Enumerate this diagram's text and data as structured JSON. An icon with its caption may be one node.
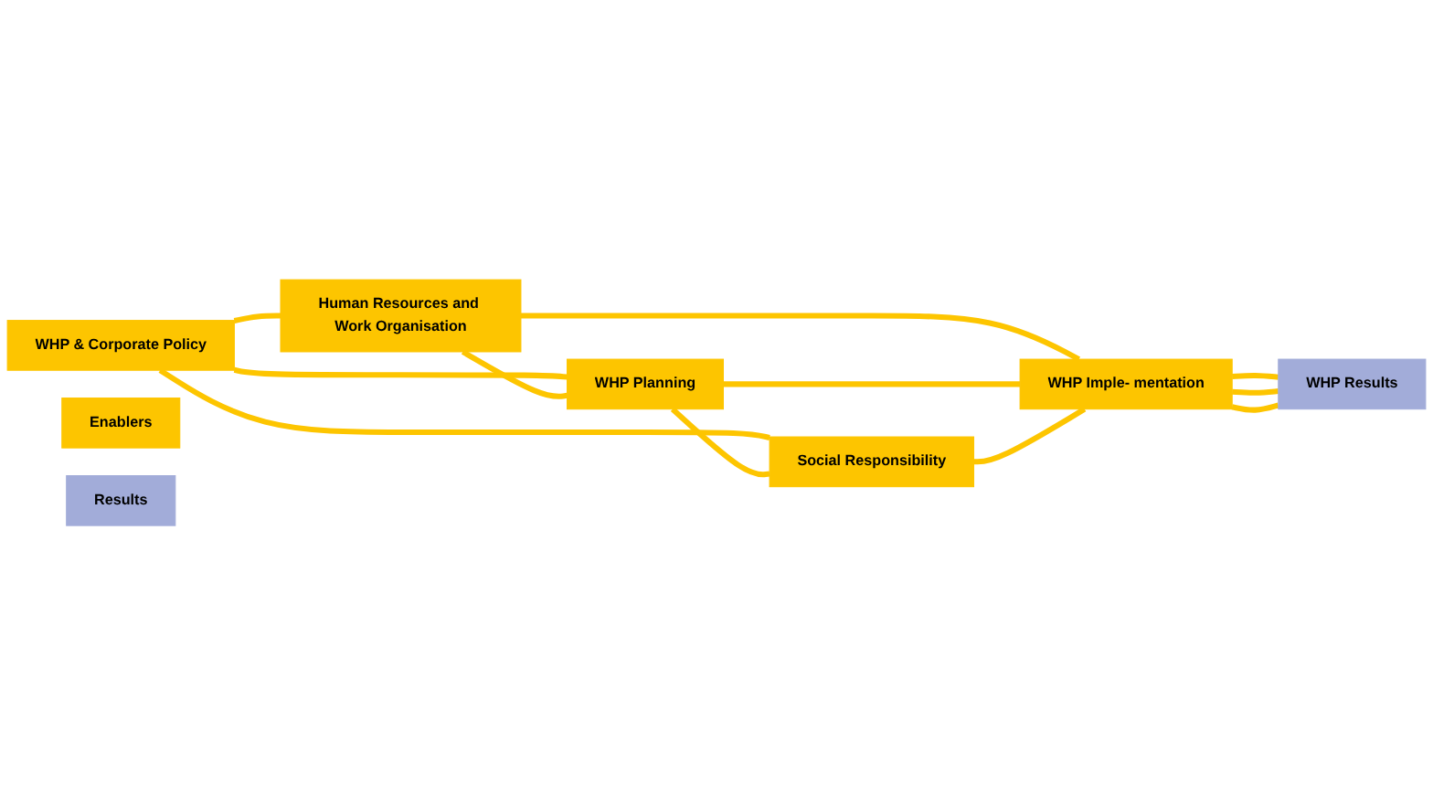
{
  "diagram": {
    "nodes": [
      {
        "text": [
          "WHP & Corporate Policy"
        ]
      },
      {
        "text": [
          "Human Resources and Work Organisation"
        ]
      },
      {
        "text": [
          "WHP Planning"
        ]
      },
      {
        "text": [
          "Social Responsibility"
        ]
      },
      {
        "text": [
          "WHP Imple- mentation"
        ]
      },
      {
        "text": [
          "WHP Results"
        ]
      },
      {
        "text": [
          "Enablers"
        ]
      },
      {
        "text": [
          "Results"
        ]
      }
    ],
    "edges": [
      {
        "from": 0,
        "to": 1,
        "arrow": "none"
      },
      {
        "from": 0,
        "to": 2,
        "arrow": "none"
      },
      {
        "from": 0,
        "to": 3,
        "arrow": "none"
      },
      {
        "from": 1,
        "to": 2,
        "arrow": "none"
      },
      {
        "from": 2,
        "to": 3,
        "arrow": "none"
      },
      {
        "from": 1,
        "to": 4,
        "arrow": "none"
      },
      {
        "from": 2,
        "to": 4,
        "arrow": "none"
      },
      {
        "from": 3,
        "to": 4,
        "arrow": "none"
      },
      {
        "from": 4,
        "to": 5,
        "arrow": "none"
      },
      {
        "from": 4,
        "to": 5,
        "arrow": "none"
      },
      {
        "from": 4,
        "to": 5,
        "arrow": "none"
      }
    ]
  }
}
